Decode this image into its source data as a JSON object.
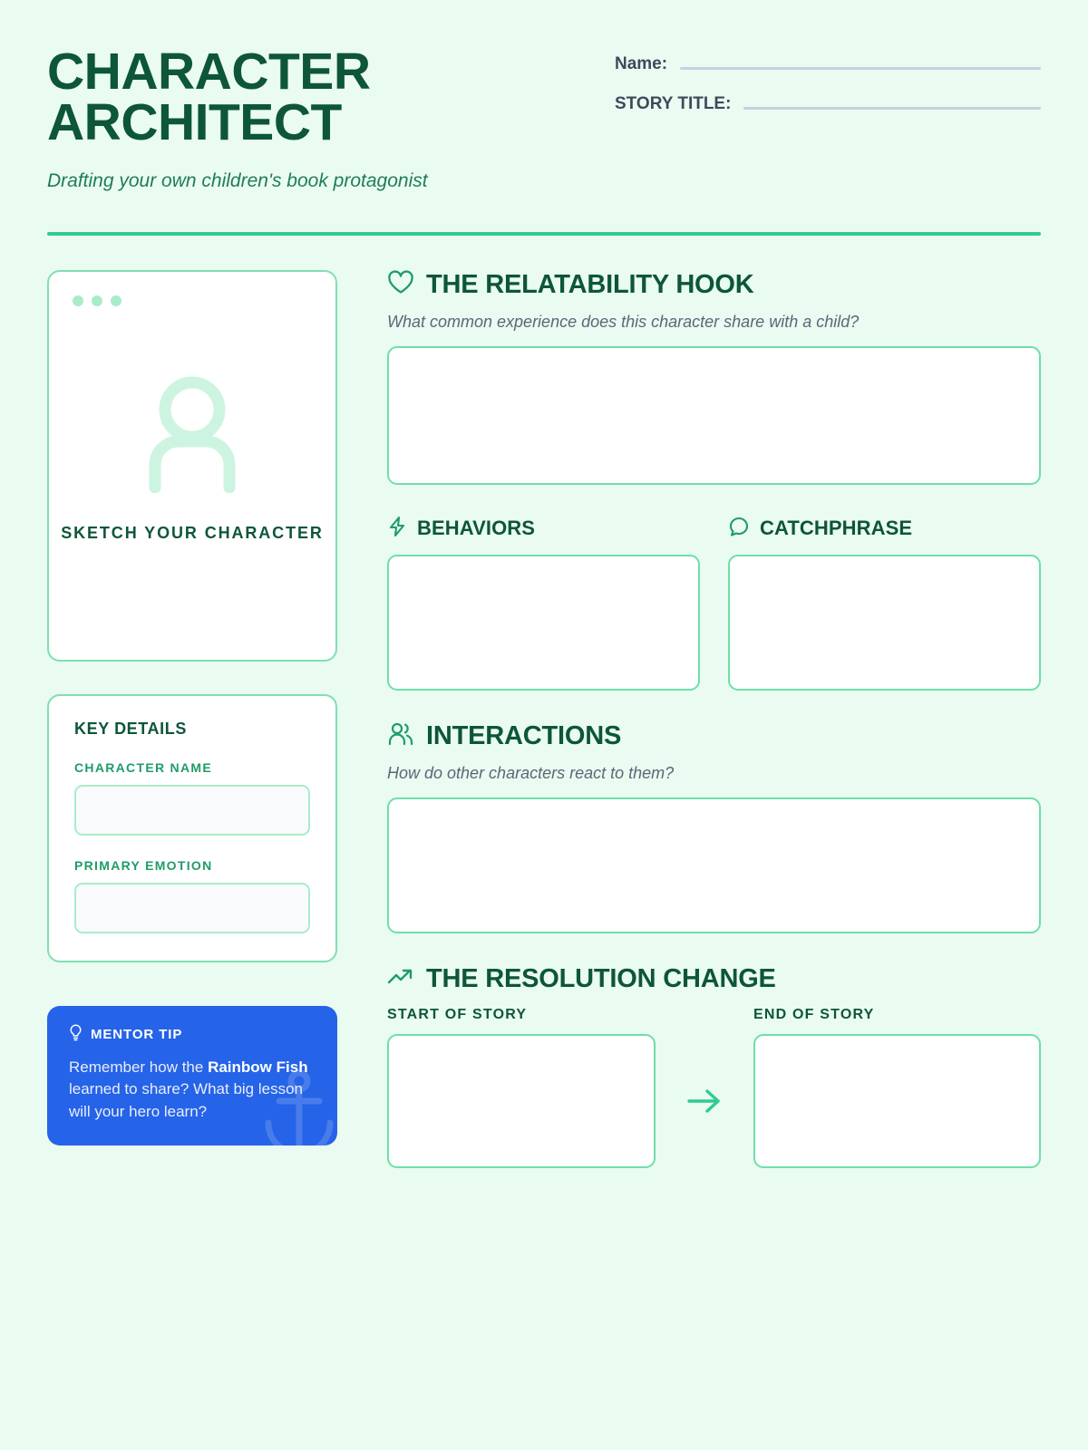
{
  "header": {
    "title": "CHARACTER ARCHITECT",
    "subtitle": "Drafting your own children's book protagonist",
    "fields": [
      {
        "label": "Name:",
        "value": ""
      },
      {
        "label": "STORY TITLE:",
        "value": ""
      }
    ]
  },
  "sketch": {
    "label": "SKETCH YOUR CHARACTER",
    "icon": "person-icon",
    "dots": 3
  },
  "details": {
    "title": "KEY DETAILS",
    "fields": [
      {
        "label": "CHARACTER NAME",
        "value": ""
      },
      {
        "label": "PRIMARY EMOTION",
        "value": ""
      }
    ]
  },
  "tip": {
    "icon": "lightbulb-icon",
    "title": "MENTOR TIP",
    "text_before": "Remember how the ",
    "text_bold": "Rainbow Fish",
    "text_after": " learned to share? What big lesson will your hero learn?",
    "watermark": "anchor-icon"
  },
  "sections": {
    "hook": {
      "icon": "heart-icon",
      "title": "THE RELATABILITY HOOK",
      "prompt": "What common experience does this character share with a child?",
      "value": ""
    },
    "behaviors": {
      "icon": "lightning-bolt-icon",
      "title": "BEHAVIORS",
      "value": ""
    },
    "catchphrase": {
      "icon": "speech-bubble-icon",
      "title": "CATCHPHRASE",
      "value": ""
    },
    "interactions": {
      "icon": "two-people-icon",
      "title": "INTERACTIONS",
      "prompt": "How do other characters react to them?",
      "value": ""
    },
    "resolution": {
      "icon": "trending-up-icon",
      "title": "THE RESOLUTION CHANGE",
      "start_label": "START OF STORY",
      "end_label": "END OF STORY",
      "arrow": "arrow-right-icon",
      "start_value": "",
      "end_value": ""
    }
  },
  "colors": {
    "background": "#eafbf1",
    "dark_green": "#0d5638",
    "mid_green": "#1f9c68",
    "accent_green": "#2ecc8f",
    "border_green": "#6edfa8",
    "pale_green": "#a9ecc9",
    "tip_blue": "#2563e8",
    "label_slate": "#3e4a5b",
    "rule_lavender": "#c8cfe0"
  }
}
